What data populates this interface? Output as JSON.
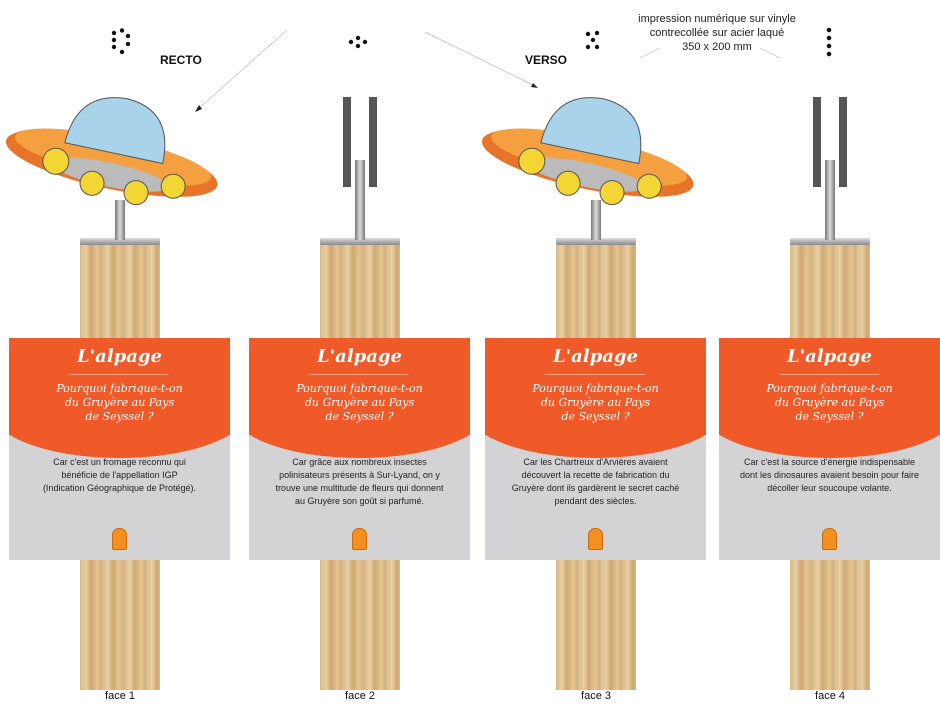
{
  "labels": {
    "recto": "RECTO",
    "verso": "VERSO"
  },
  "note": [
    "impression numérique sur vinyle",
    "contrecollée sur acier laqué",
    "350 x 200 mm"
  ],
  "colors": {
    "orange": "#f05a28",
    "panel_grey": "#d3d3d5",
    "badge": "#f39020"
  },
  "faces": [
    {
      "label": "face 1",
      "mount": "ufo",
      "title": "L'alpage",
      "question": [
        "Pourquoi fabrique-t-on",
        "du Gruyère au Pays",
        "de Seyssel ?"
      ],
      "text": [
        "Car c'est un fromage reconnu qui",
        "bénéficie de l'appellation IGP",
        "(Indication Géographique de Protégé)."
      ]
    },
    {
      "label": "face 2",
      "mount": "bracket",
      "title": "L'alpage",
      "question": [
        "Pourquoi fabrique-t-on",
        "du Gruyère au Pays",
        "de Seyssel ?"
      ],
      "text": [
        "Car grâce aux nombreux insectes",
        "polinisateurs présents à Sur-Lyand, on y",
        "trouve une multitude de fleurs qui donnent",
        "au Gruyère son goût si parfumé."
      ]
    },
    {
      "label": "face 3",
      "mount": "ufo",
      "title": "L'alpage",
      "question": [
        "Pourquoi fabrique-t-on",
        "du Gruyère au Pays",
        "de Seyssel ?"
      ],
      "text": [
        "Car les Chartreux d'Arvières avaient",
        "découvert la recette de fabrication du",
        "Gruyère dont ils gardèrent le secret caché",
        "pendant des siècles."
      ]
    },
    {
      "label": "face 4",
      "mount": "bracket",
      "title": "L'alpage",
      "question": [
        "Pourquoi fabrique-t-on",
        "du Gruyère au Pays",
        "de Seyssel ?"
      ],
      "text": [
        "Car c'est la source d'énergie indispensable",
        "dont les dinosaures avaient besoin pour faire",
        "décoller leur soucoupe volante."
      ]
    }
  ]
}
